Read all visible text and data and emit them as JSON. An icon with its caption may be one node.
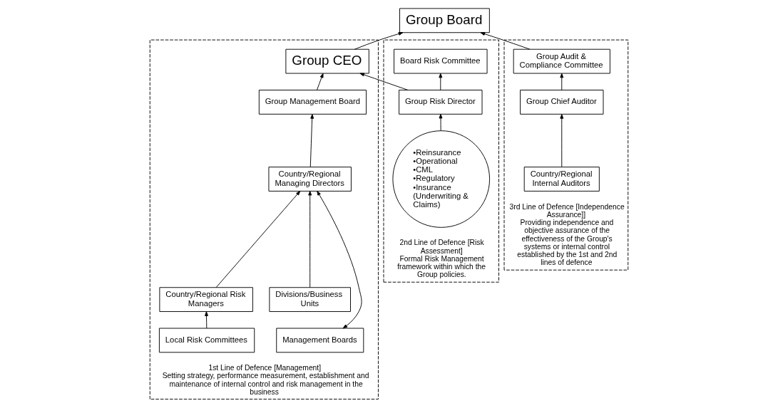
{
  "diagram": {
    "nodes": [
      {
        "text": [
          "Group Board"
        ]
      },
      {
        "text": [
          "1st Line of Defence [Management]",
          "Setting strategy, performance measurement, establishment and maintenance of internal control and risk management in the business"
        ]
      },
      {
        "text": [
          "Group CEO"
        ],
        "in": 1
      },
      {
        "text": [
          "Group Management Board"
        ],
        "in": 1
      },
      {
        "text": [
          "Management Boards"
        ],
        "in": 1
      },
      {
        "text": [
          "Country/Regional Managing Directors"
        ],
        "in": 1
      },
      {
        "text": [
          "Divisions/Business Units"
        ],
        "in": 1
      },
      {
        "text": [
          "Country/Regional Risk Managers"
        ],
        "in": 1
      },
      {
        "text": [
          "Local Risk Committees"
        ],
        "in": 1
      },
      {
        "text": [
          "2nd Line of Defence [Risk Assessment]",
          "Formal Risk Management framework within which the Group policies."
        ]
      },
      {
        "text": [
          "Board Risk Committee"
        ],
        "in": 9
      },
      {
        "text": [
          "Group Risk Director"
        ],
        "in": 9
      },
      {
        "text": [
          "•Reinsurance",
          "•Operational",
          "•CML",
          "•Regulatory",
          "•Insurance (Underwriting & Claims)"
        ],
        "in": 9
      },
      {
        "text": [
          "3rd Line of Defence [Independence Assurance]]",
          "Providing independence and objective assurance of the effectiveness of the Group's systems or internal control established by the 1st and 2nd lines of defence"
        ]
      },
      {
        "text": [
          "Group Audit & Compliance Committee"
        ],
        "in": 13
      },
      {
        "text": [
          "Group Chief Auditor"
        ],
        "in": 13
      },
      {
        "text": [
          "Country/Regional Internal Auditors"
        ],
        "in": 13
      }
    ],
    "edges": [
      {
        "from": 2,
        "to": 0,
        "arrow": "to"
      },
      {
        "from": 14,
        "to": 0,
        "arrow": "to"
      },
      {
        "from": 3,
        "to": 2,
        "arrow": "to"
      },
      {
        "from": 5,
        "to": 3,
        "arrow": "to"
      },
      {
        "from": 4,
        "to": 5,
        "arrow": "both"
      },
      {
        "from": 6,
        "to": 5,
        "arrow": "to"
      },
      {
        "from": 7,
        "to": 5,
        "arrow": "to"
      },
      {
        "from": 8,
        "to": 7,
        "arrow": "to"
      },
      {
        "from": 11,
        "to": 2,
        "arrow": "to"
      },
      {
        "from": 11,
        "to": 10,
        "arrow": "to"
      },
      {
        "from": 12,
        "to": 11,
        "arrow": "to"
      },
      {
        "from": 15,
        "to": 14,
        "arrow": "to"
      },
      {
        "from": 16,
        "to": 15,
        "arrow": "to"
      }
    ]
  }
}
